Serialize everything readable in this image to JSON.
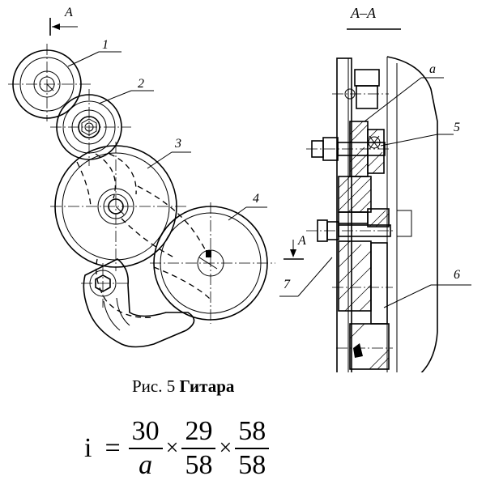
{
  "figure": {
    "section_marker": "A",
    "section_title": "А–А",
    "section_cut_marker": "А",
    "callouts": {
      "gear1": "1",
      "gear2": "2",
      "gear3": "3",
      "gear4": "4",
      "part5": "5",
      "part6": "6",
      "part7": "7",
      "part_a": "a"
    }
  },
  "caption": {
    "prefix": "Рис. 5",
    "title": "Гитара"
  },
  "formula": {
    "lhs": "i",
    "equals": "=",
    "times": "×",
    "fractions": [
      {
        "numerator": "30",
        "denominator": "a"
      },
      {
        "numerator": "29",
        "denominator": "58"
      },
      {
        "numerator": "58",
        "denominator": "58"
      }
    ]
  }
}
